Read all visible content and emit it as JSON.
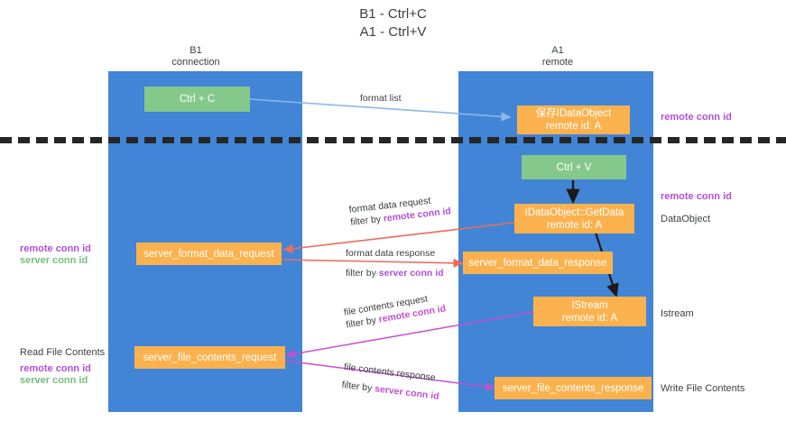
{
  "title": {
    "line1": "B1 - Ctrl+C",
    "line2": "A1 - Ctrl+V"
  },
  "columns": [
    {
      "name": "B1",
      "role": "connection"
    },
    {
      "name": "A1",
      "role": "remote"
    }
  ],
  "nodes": {
    "ctrl_c": {
      "label": "Ctrl + C"
    },
    "ctrl_v": {
      "label": "Ctrl + V"
    },
    "save_dataobject": {
      "line1": "保存IDataObject",
      "line2": "remote id: A"
    },
    "getdata": {
      "line1": "IDataObject::GetData",
      "line2": "remote id: A"
    },
    "istream": {
      "line1": "IStream",
      "line2": "remote id: A"
    },
    "server_format_data_request": {
      "label": "server_format_data_request"
    },
    "server_format_data_response": {
      "label": "server_format_data_response"
    },
    "server_file_contents_request": {
      "label": "server_file_contents_request"
    },
    "server_file_contents_response": {
      "label": "server_file_contents_response"
    }
  },
  "right_labels": {
    "remote_conn_id_top": "remote conn id",
    "remote_conn_id_mid": "remote conn id",
    "dataobject": "DataObject",
    "istream": "Istream",
    "write_file_contents": "Write File Contents"
  },
  "left_labels": {
    "remote_conn_id": "remote conn id",
    "server_conn_id": "server conn id",
    "read_file_contents": "Read File Contents",
    "remote_conn_id_2": "remote conn id",
    "server_conn_id_2": "server conn id"
  },
  "edges": [
    {
      "id": "format-list",
      "label": "format list"
    },
    {
      "id": "format-data-request",
      "line1": "format data request",
      "line2_prefix": "filter by ",
      "line2_highlight": "remote conn id"
    },
    {
      "id": "format-data-response",
      "line1": "format data response",
      "line2_prefix": "filter by ",
      "line2_highlight": "server conn id"
    },
    {
      "id": "file-contents-request",
      "line1": "file contents request",
      "line2_prefix": "filter by ",
      "line2_highlight": "remote conn id"
    },
    {
      "id": "file-contents-response",
      "line1": "file contents response",
      "line2_prefix": "filter by ",
      "line2_highlight": "server conn id"
    }
  ],
  "colors": {
    "lane": "#4285d6",
    "green_node": "#84c98b",
    "orange_node": "#fbb24e",
    "purple": "#b04fd8",
    "green_text": "#74bf7c",
    "magenta": "#c44fd0",
    "red_arrow": "#ef6c5a",
    "blue_arrow": "#8ab8e8",
    "black_arrow": "#1a1a1a",
    "divider": "#262626",
    "background": "#ffffff"
  }
}
